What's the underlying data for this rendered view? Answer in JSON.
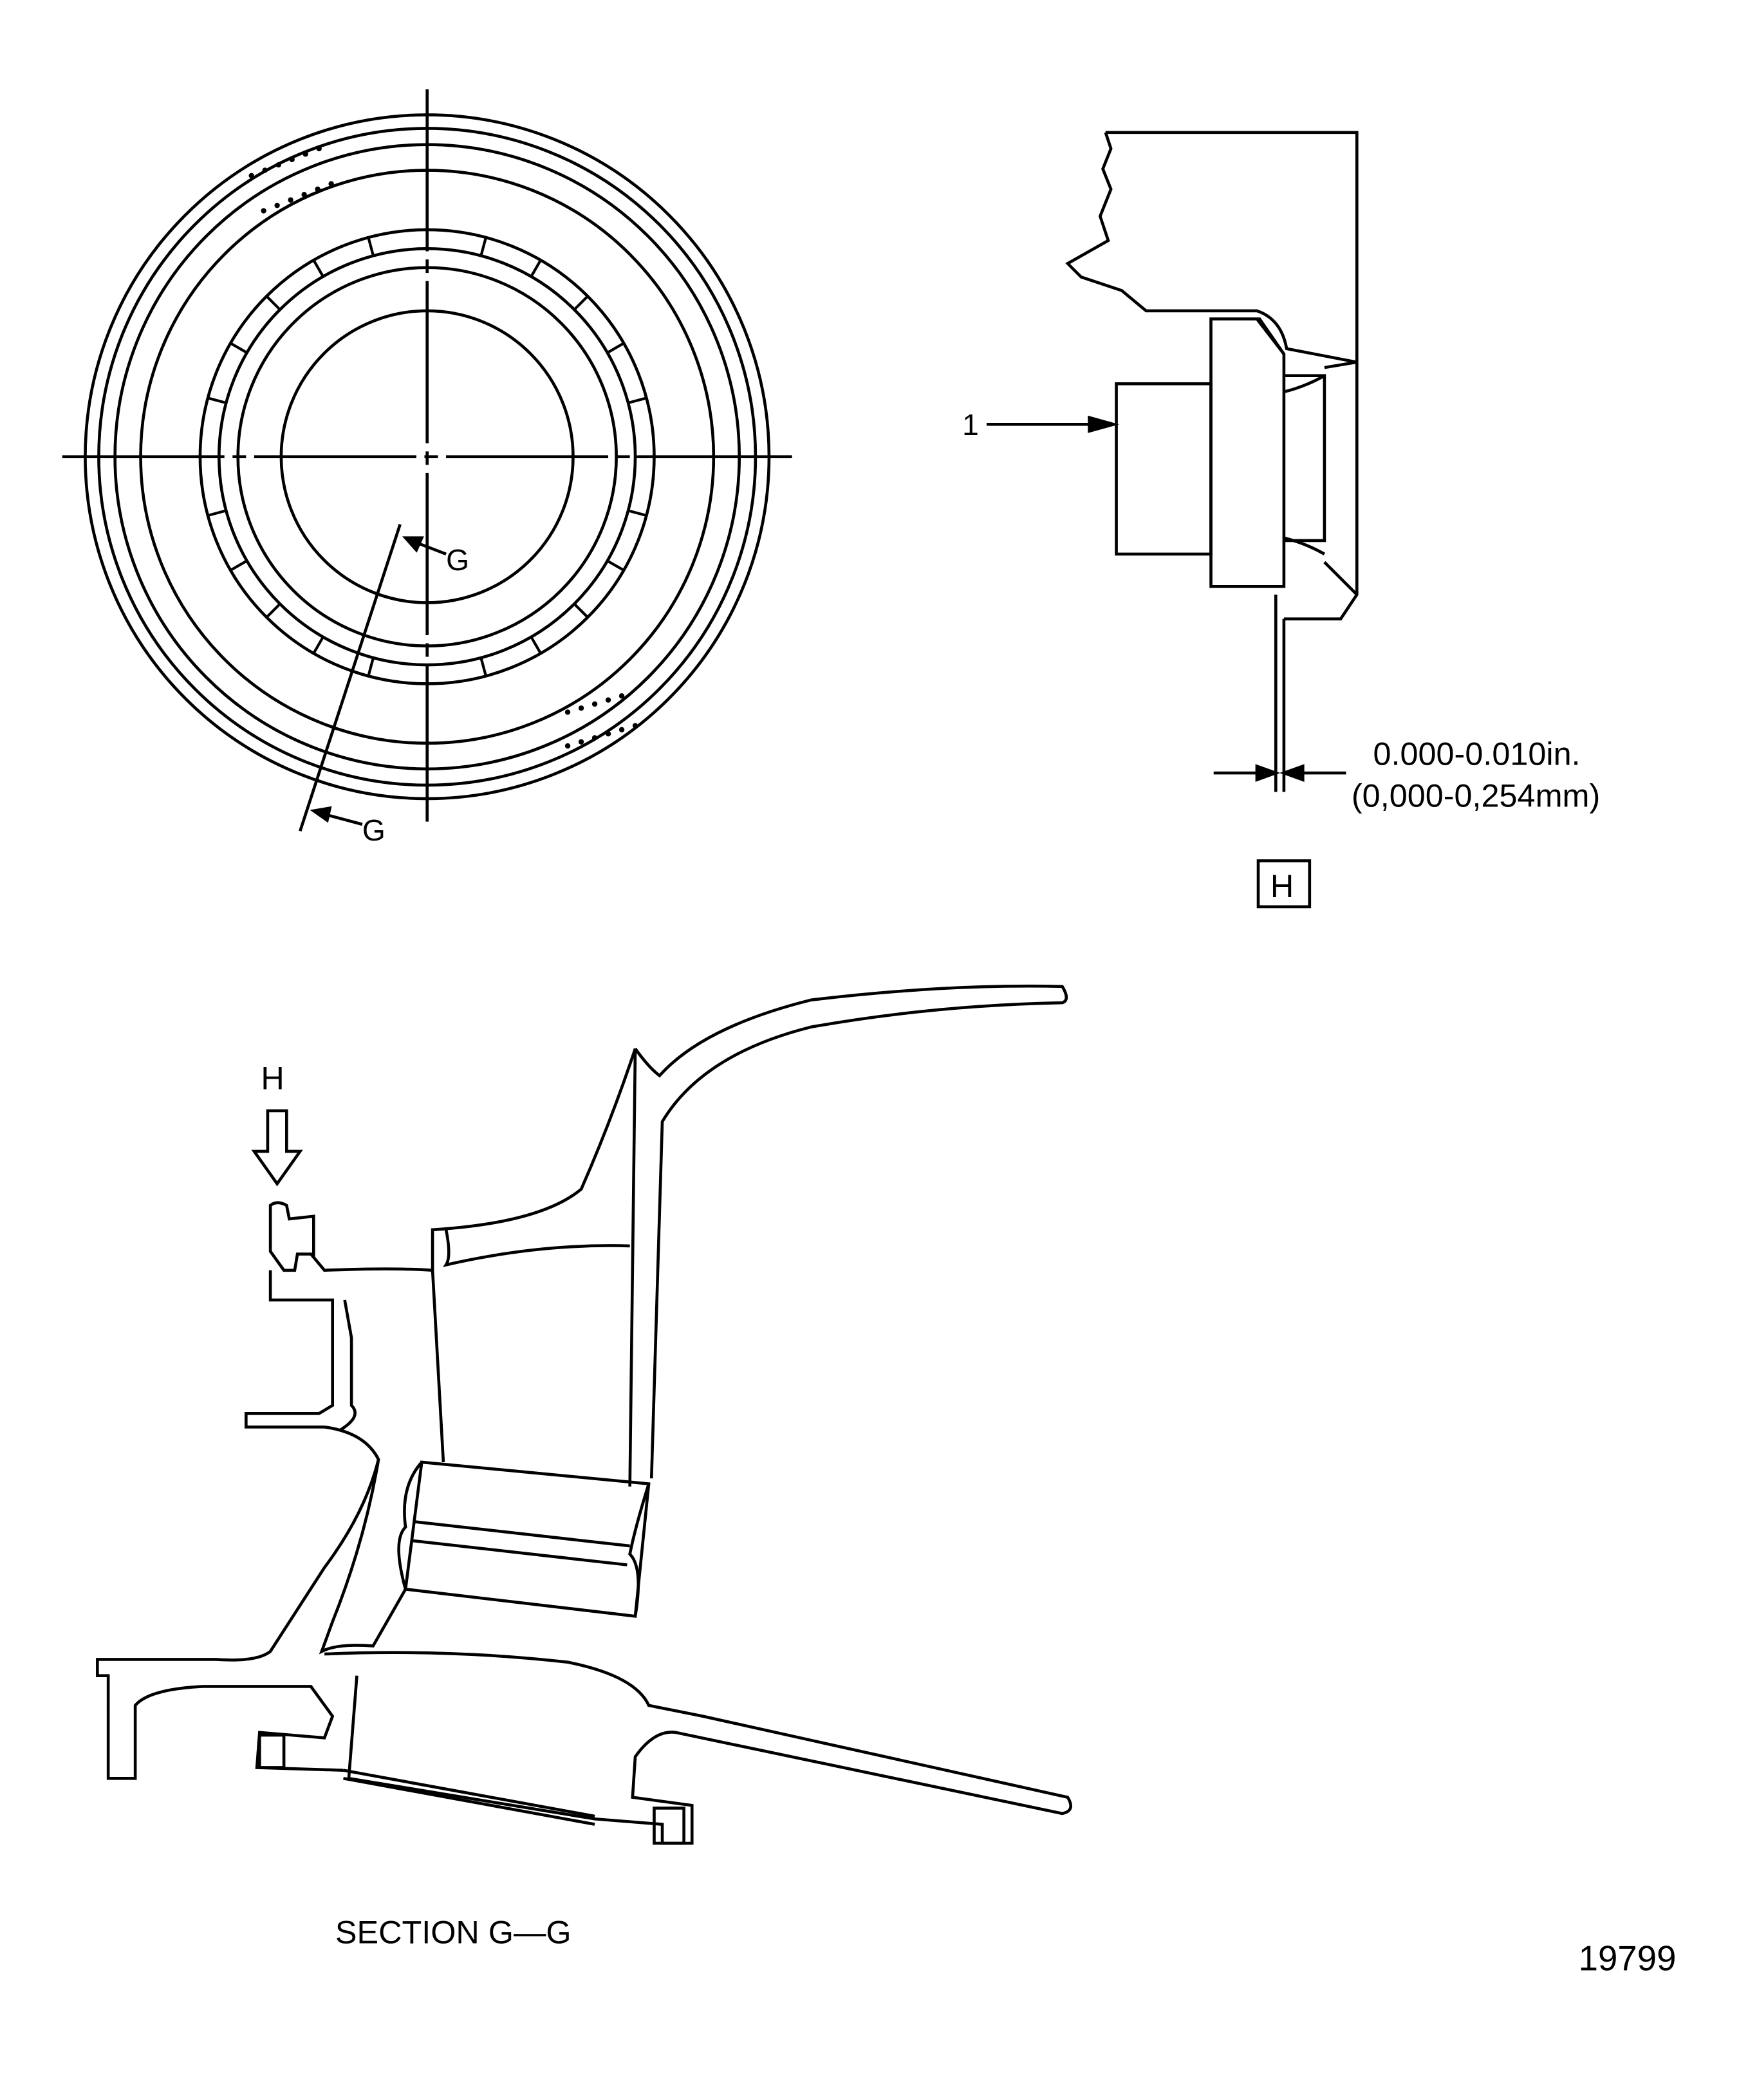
{
  "circle_view": {
    "section_marker_1": "G",
    "section_marker_2": "G"
  },
  "detail_h": {
    "callout_number": "1",
    "dimension_in": "0.000-0.010in.",
    "dimension_mm": "(0,000-0,254mm)",
    "view_label": "H"
  },
  "section_view": {
    "view_arrow_label": "H",
    "title": "SECTION G—G"
  },
  "figure_number": "19799"
}
